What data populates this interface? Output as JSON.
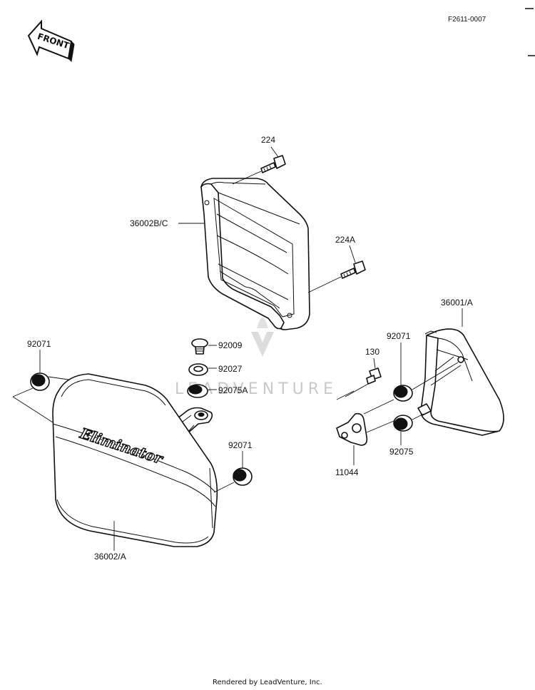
{
  "diagram": {
    "code": "F2611-0007",
    "front_label": "FRONT",
    "footer": "Rendered by LeadVenture, Inc.",
    "watermark": "LEADVENTURE",
    "logo_text": "Eliminator",
    "parts": {
      "p224": "224",
      "p36002bc": "36002B/C",
      "p224a": "224A",
      "p36001a": "36001/A",
      "p92071_left": "92071",
      "p92009": "92009",
      "p92027": "92027",
      "p92075a": "92075A",
      "p130": "130",
      "p92071_right": "92071",
      "p92071_mid": "92071",
      "p92075": "92075",
      "p11044": "11044",
      "p36002a": "36002/A"
    }
  }
}
